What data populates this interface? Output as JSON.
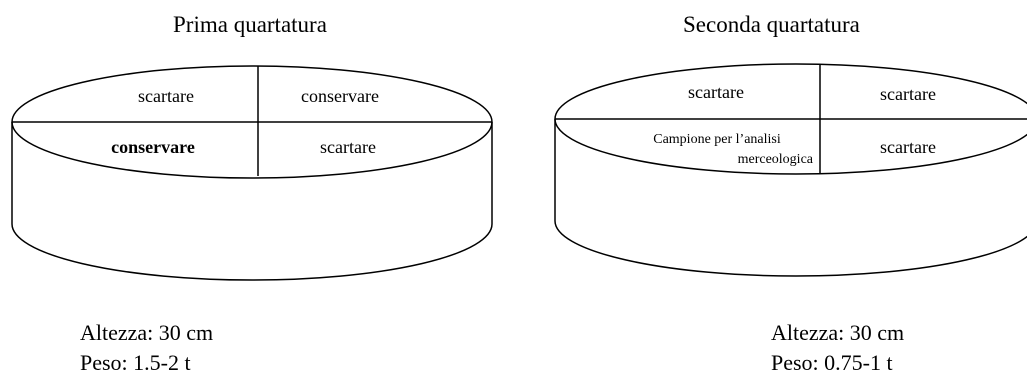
{
  "left": {
    "title": "Prima quartatura",
    "quadrants": {
      "top_left": "scartare",
      "top_right": "conservare",
      "bottom_left": "conservare",
      "bottom_right": "scartare"
    },
    "height_label": "Altezza: 30 cm",
    "weight_label": "Peso: 1.5-2 t"
  },
  "right": {
    "title": "Seconda quartatura",
    "quadrants": {
      "top_left": "scartare",
      "top_right": "scartare",
      "bottom_left_line1": "Campione per l’analisi",
      "bottom_left_line2": "merceologica",
      "bottom_right": "scartare"
    },
    "height_label": "Altezza: 30 cm",
    "weight_label": "Peso: 0.75-1 t"
  }
}
